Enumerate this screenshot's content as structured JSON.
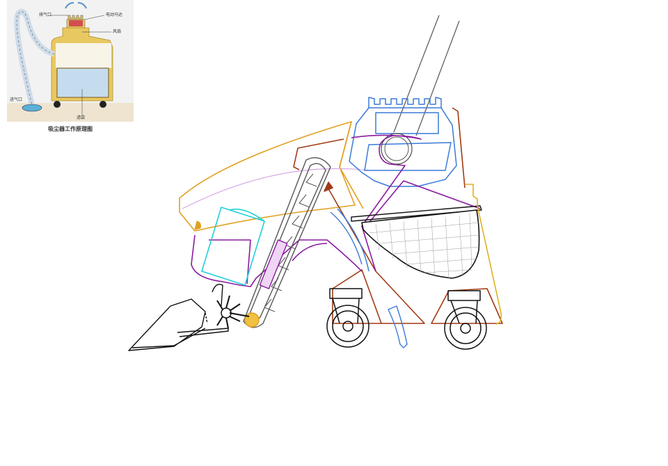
{
  "inset": {
    "title": "吸尘器工作原理图",
    "labels": {
      "exhaust": "排气口",
      "motor": "电动马达",
      "fan": "风扇",
      "intake": "进气口",
      "dust_bag": "滤袋"
    },
    "colors": {
      "body": "#e8c860",
      "motor": "#d05050",
      "fan": "#3aa050",
      "bag": "#a8cce8",
      "floor": "#eee4d0"
    }
  },
  "main_diagram": {
    "description": "Cutaway line drawing of a vacuum sweeper",
    "parts": [
      "handle",
      "motor-housing",
      "hopper-cover",
      "conveyor-belt",
      "side-brush",
      "front-scoop",
      "dust-box",
      "filter-mesh",
      "front-wheel",
      "rear-wheel",
      "drain-hose"
    ],
    "colors": {
      "outline_orange": "#e0a020",
      "outline_purple": "#8a1aa0",
      "outline_blue": "#3a7ad8",
      "outline_brown": "#a03a14",
      "outline_cyan": "#20d0d8",
      "outline_black": "#111111",
      "outline_gray": "#666666",
      "lilac": "#d8a8e8"
    }
  }
}
